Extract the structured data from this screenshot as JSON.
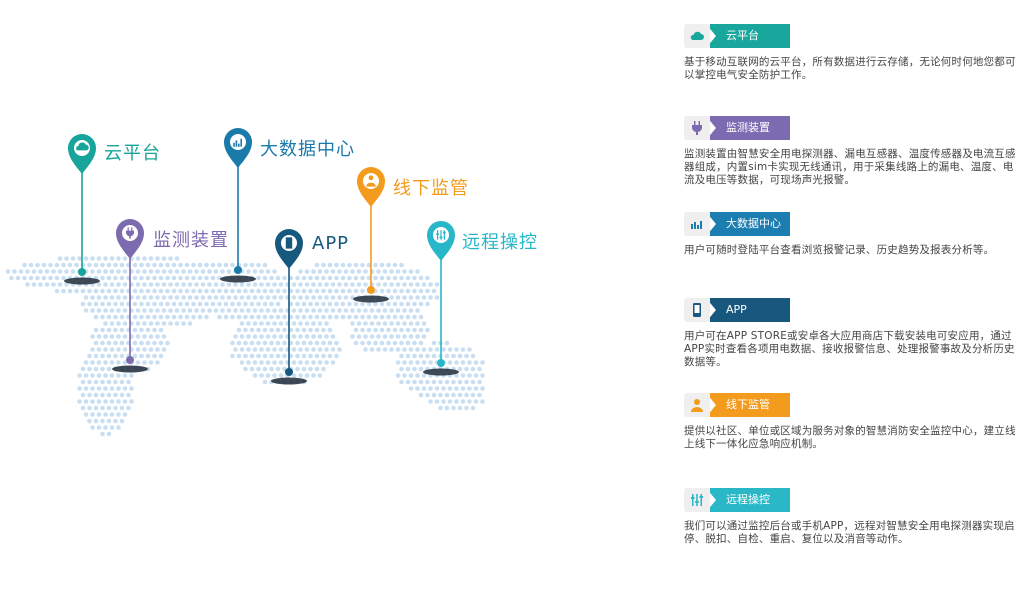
{
  "map": {
    "pins": [
      {
        "id": "cloud",
        "label": "云平台",
        "color": "#17a49a",
        "icon": "cloud-icon"
      },
      {
        "id": "monitor",
        "label": "监测装置",
        "color": "#7d6bb0",
        "icon": "plug-icon"
      },
      {
        "id": "bigdata",
        "label": "大数据中心",
        "color": "#1a7aaa",
        "icon": "chart-icon"
      },
      {
        "id": "app",
        "label": "APP",
        "color": "#17587e",
        "icon": "phone-icon"
      },
      {
        "id": "offline",
        "label": "线下监管",
        "color": "#f39b1d",
        "icon": "person-icon"
      },
      {
        "id": "remote",
        "label": "远程操控",
        "color": "#27b7c9",
        "icon": "sliders-icon"
      }
    ]
  },
  "features": [
    {
      "title": "云平台",
      "color": "#19a79d",
      "icon": "cloud-icon",
      "description": "基于移动互联网的云平台，所有数据进行云存储，无论何时何地您都可以掌控电气安全防护工作。"
    },
    {
      "title": "监测装置",
      "color": "#7c6bb1",
      "icon": "plug-icon",
      "description": "监测装置由智慧安全用电探测器、漏电互感器、温度传感器及电流互感器组成，内置sim卡实现无线通讯，用于采集线路上的漏电、温度、电流及电压等数据，可现场声光报警。"
    },
    {
      "title": "大数据中心",
      "color": "#1b7db0",
      "icon": "chart-icon",
      "description": "用户可随时登陆平台查看浏览报警记录、历史趋势及报表分析等。"
    },
    {
      "title": "APP",
      "color": "#18587f",
      "icon": "phone-icon",
      "description": "用户可在APP STORE或安卓各大应用商店下载安装电可安应用，通过APP实时查看各项用电数据、接收报警信息、处理报警事故及分析历史数据等。"
    },
    {
      "title": "线下监管",
      "color": "#f39b1c",
      "icon": "person-icon",
      "description": "提供以社区、单位或区域为服务对象的智慧消防安全监控中心，建立线上线下一体化应急响应机制。"
    },
    {
      "title": "远程操控",
      "color": "#2ab8c7",
      "icon": "sliders-icon",
      "description": "我们可以通过监控后台或手机APP，远程对智慧安全用电探测器实现启停、脱扣、自检、重启、复位以及消音等动作。"
    }
  ]
}
